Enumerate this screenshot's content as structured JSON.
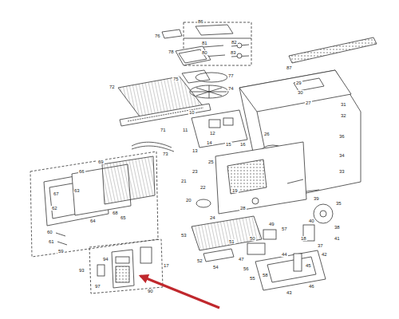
{
  "diagram": {
    "labels": [
      "76",
      "86",
      "81",
      "82",
      "80",
      "83",
      "87",
      "78",
      "75",
      "77",
      "74",
      "72",
      "71",
      "73",
      "29",
      "30",
      "27",
      "31",
      "32",
      "10",
      "12",
      "11",
      "14",
      "15",
      "13",
      "16",
      "34",
      "33",
      "36",
      "26",
      "69",
      "66",
      "63",
      "67",
      "62",
      "68",
      "64",
      "65",
      "60",
      "61",
      "59",
      "23",
      "21",
      "22",
      "20",
      "24",
      "25",
      "19",
      "28",
      "53",
      "51",
      "54",
      "52",
      "47",
      "50",
      "49",
      "57",
      "18",
      "37",
      "39",
      "38",
      "40",
      "41",
      "35",
      "43",
      "42",
      "44",
      "46",
      "45",
      "55",
      "56",
      "58",
      "93",
      "94",
      "17",
      "97",
      "90"
    ]
  }
}
